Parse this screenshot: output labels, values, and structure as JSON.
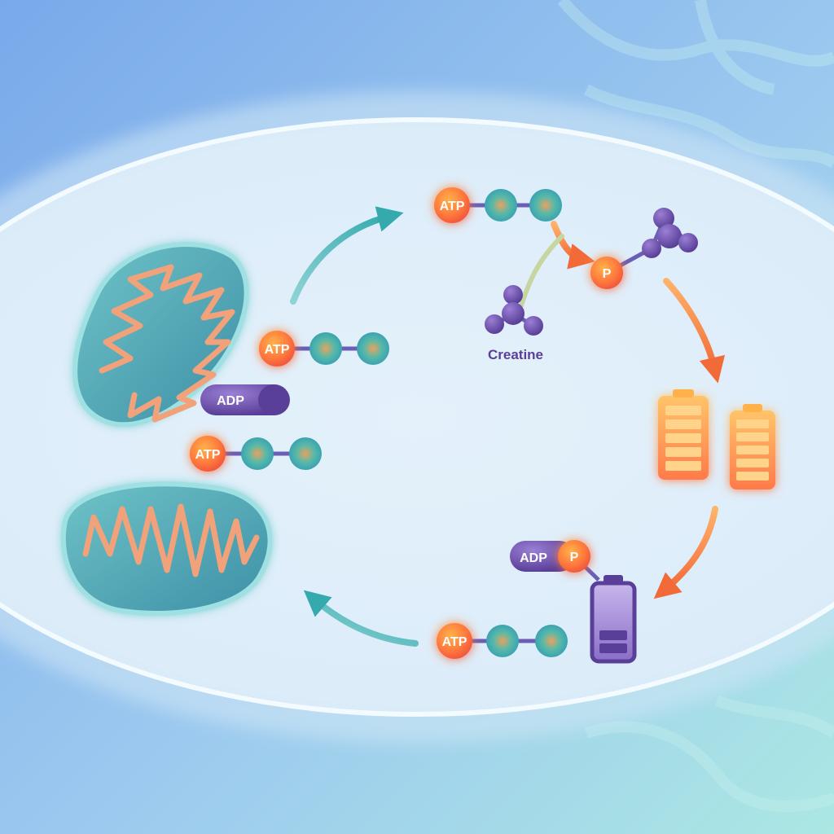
{
  "labels": {
    "atp": "ATP",
    "adp": "ADP",
    "phosphate": "P",
    "creatine": "Creatine"
  },
  "colors": {
    "background_top": "#7fb0ec",
    "background_bottom": "#a9e6e4",
    "cell_fill": "#e6f2fb",
    "mitochondria": "#4aa7b3",
    "cristae": "#f2a27a",
    "atp_orange": "#ff7a3d",
    "phosphate_teal": "#3fb7b0",
    "adp_purple": "#6a4fa8",
    "arrow_teal": "#3eb2b3",
    "arrow_orange": "#f5843f",
    "battery_orange": "#ff9a4a",
    "battery_purple": "#7a5aa8"
  },
  "icons": [
    "mitochondrion-icon",
    "creatine-molecule-icon",
    "phosphocreatine-molecule-icon",
    "battery-full-icon",
    "battery-low-icon"
  ],
  "battery": {
    "full_charge": 1.0,
    "low_charge": 0.25
  }
}
